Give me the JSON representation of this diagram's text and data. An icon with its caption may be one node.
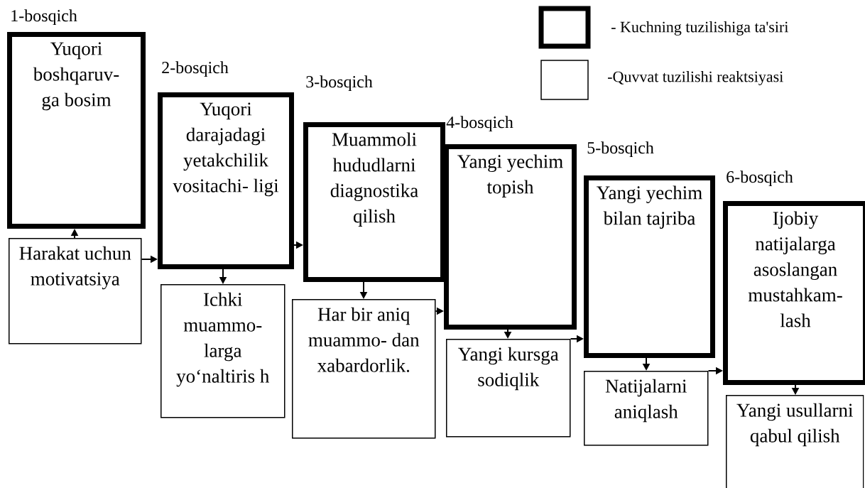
{
  "diagram": {
    "nodes": [
      {
        "text": [
          "1-bosqich",
          "Yuqori boshqaruv- ga bosim"
        ]
      },
      {
        "text": [
          "2-bosqich",
          "Yuqori darajadagi yetakchilik vositachi- ligi"
        ]
      },
      {
        "text": [
          "3-bosqich",
          "Muammoli hududlarni diagnostika qilish"
        ]
      },
      {
        "text": [
          "4-bosqich",
          "Yangi yechim topish"
        ]
      },
      {
        "text": [
          "5-bosqich",
          "Yangi yechim bilan tajriba"
        ]
      },
      {
        "text": [
          "6-bosqich",
          "Ijobiy natijalarga asoslangan mustahkam- lash"
        ]
      },
      {
        "text": [
          "Harakat uchun motivatsiya"
        ]
      },
      {
        "text": [
          "Ichki muammo- larga yo‘naltiris h"
        ]
      },
      {
        "text": [
          "Har bir aniq muammo- dan xabardorlik."
        ]
      },
      {
        "text": [
          "Yangi kursga sodiqlik"
        ]
      },
      {
        "text": [
          "Natijalarni aniqlash"
        ]
      },
      {
        "text": [
          "Yangi usullarni qabul qilish"
        ]
      }
    ],
    "edges": [
      {
        "from": 6,
        "to": 0,
        "arrow": "to"
      },
      {
        "from": 6,
        "to": 1,
        "arrow": "to"
      },
      {
        "from": 1,
        "to": 7,
        "arrow": "to"
      },
      {
        "from": 1,
        "to": 2,
        "arrow": "to"
      },
      {
        "from": 2,
        "to": 8,
        "arrow": "to"
      },
      {
        "from": 8,
        "to": 3,
        "arrow": "to"
      },
      {
        "from": 3,
        "to": 9,
        "arrow": "to"
      },
      {
        "from": 9,
        "to": 4,
        "arrow": "to"
      },
      {
        "from": 4,
        "to": 10,
        "arrow": "to"
      },
      {
        "from": 10,
        "to": 5,
        "arrow": "to"
      },
      {
        "from": 5,
        "to": 11,
        "arrow": "to"
      }
    ],
    "legend": [
      {
        "text": "- Kuchning tuzilishiga ta'siri"
      },
      {
        "text": "-Quvvat tuzilishi reaktsiyasi"
      }
    ]
  }
}
